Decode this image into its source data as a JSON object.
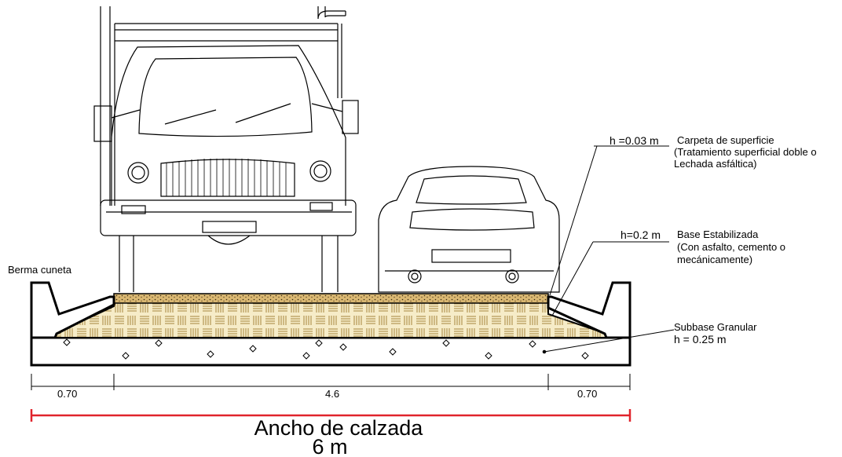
{
  "labels": {
    "berma": "Berma cuneta",
    "layer1_h": "h =0.03 m",
    "layer1_name": "Carpeta de superficie",
    "layer1_desc1": "(Tratamiento superficial doble o",
    "layer1_desc2": "Lechada asfáltica)",
    "layer2_h": "h=0.2 m",
    "layer2_name": "Base Estabilizada",
    "layer2_desc1": "(Con asfalto, cemento o",
    "layer2_desc2": "mecánicamente)",
    "layer3_name": "Subbase Granular",
    "layer3_h": "h = 0.25 m"
  },
  "dimensions": {
    "left": "0.70",
    "center": "4.6",
    "right": "0.70"
  },
  "total": {
    "title": "Ancho de calzada",
    "value": "6 m"
  },
  "colors": {
    "dimension_red": "#e0242c",
    "base_fill": "#f6ecc8",
    "base_pattern": "#9c7a2e",
    "surface_fill": "#d9b772",
    "surface_dots": "#3a2a10"
  }
}
